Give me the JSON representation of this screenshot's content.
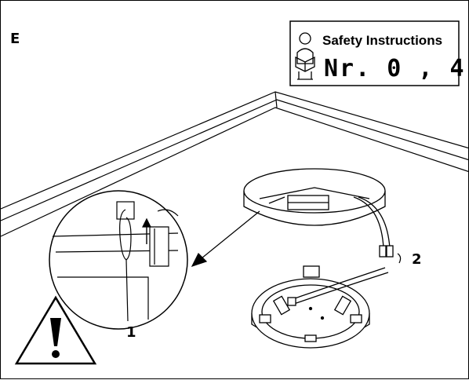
{
  "panel": {
    "letter": "E"
  },
  "safety_box": {
    "title": "Safety Instructions",
    "number": "Nr. 0 , 4",
    "icon": "reading-person-icon"
  },
  "steps": [
    {
      "label": "1"
    },
    {
      "label": "2"
    }
  ],
  "warning": {
    "icon": "warning-triangle-icon"
  },
  "colors": {
    "line": "#000000",
    "background": "#ffffff"
  }
}
